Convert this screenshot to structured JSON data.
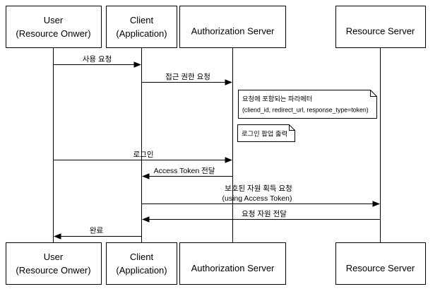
{
  "colors": {
    "background": "#ffffff",
    "line": "#000000",
    "shape_fill": "#ffffff",
    "text": "#000000"
  },
  "actors": [
    {
      "title": "User",
      "subtitle": "(Resource Onwer)"
    },
    {
      "title": "Client",
      "subtitle": "(Application)"
    },
    {
      "title": "Authorization Server"
    },
    {
      "title": "Resource Server"
    }
  ],
  "messages": [
    {
      "label": "사용 요청",
      "from": "User",
      "to": "Client"
    },
    {
      "label": "접근 권한 요청",
      "from": "Client",
      "to": "Authorization Server"
    },
    {
      "label": "로그인",
      "from": "User",
      "to": "Authorization Server"
    },
    {
      "label": "Access Token 전달",
      "from": "Authorization Server",
      "to": "Client"
    },
    {
      "label": "보호된 자원 획득 요청",
      "sublabel": "(using Access Token)",
      "from": "Client",
      "to": "Resource Server"
    },
    {
      "label": "요청 자원 전달",
      "from": "Resource Server",
      "to": "Client"
    },
    {
      "label": "완료",
      "from": "Client",
      "to": "User"
    }
  ],
  "notes": [
    {
      "line1": "요청에 포함되는 파라메터",
      "line2": "(cliend_id, redirect_url, response_type=token)"
    },
    {
      "line1": "로그인 팝업 출력"
    }
  ]
}
